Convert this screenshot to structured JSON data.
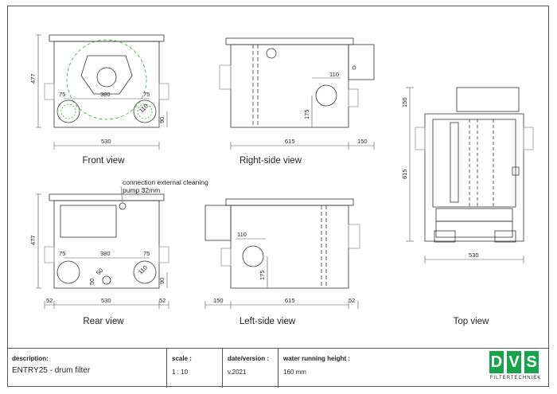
{
  "views": {
    "front": "Front view",
    "right": "Right-side view",
    "top": "Top view",
    "rear": "Rear view",
    "left": "Left-side view"
  },
  "annotation": {
    "line1": "connection external cleaning",
    "line2": "pump 32mm"
  },
  "dims": {
    "front_height": "477",
    "front_width": "530",
    "front_hole_left": "75",
    "front_hole_span": "380",
    "front_hole_right": "75",
    "front_inlet_small": "90",
    "front_dia": "110",
    "right_width": "615",
    "right_ext": "150",
    "right_110": "110",
    "right_175": "175",
    "top_150": "150",
    "top_615": "615",
    "top_530": "530",
    "rear_height": "477",
    "rear_width": "530",
    "rear_52_left": "52",
    "rear_52_right": "52",
    "rear_75_left": "75",
    "rear_380": "380",
    "rear_75_right": "75",
    "rear_90": "90",
    "rear_50a": "50",
    "rear_50b": "50",
    "rear_110": "110",
    "left_150": "150",
    "left_615": "615",
    "left_52": "52",
    "left_110": "110",
    "left_175": "175"
  },
  "title_block": {
    "description_label": "description:",
    "description_value": "ENTRY25 - drum filter",
    "scale_label": "scale :",
    "scale_value": "1 : 10",
    "date_label": "date/version :",
    "date_value": "v.2021",
    "water_label": "water running height :",
    "water_value": "160 mm"
  },
  "logo": {
    "letters": [
      "D",
      "V",
      "S"
    ],
    "subtitle": "FILTERTECHNIEK",
    "color": "#17a34a"
  }
}
